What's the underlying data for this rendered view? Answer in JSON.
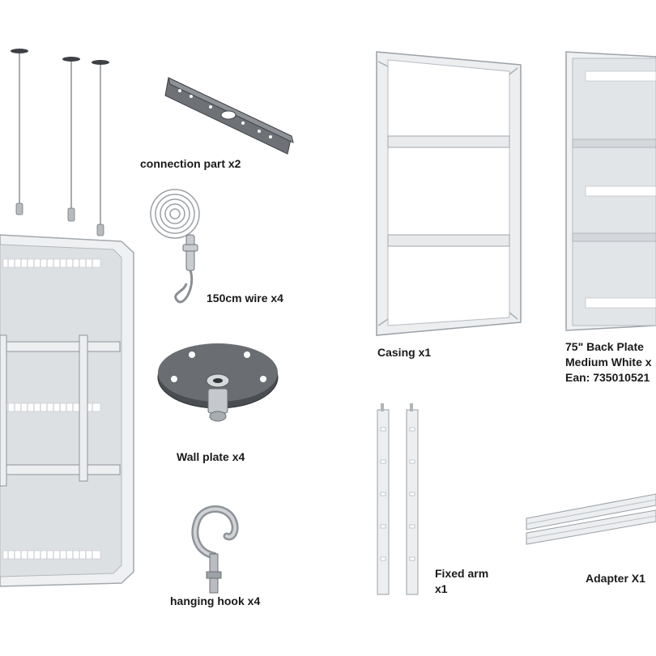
{
  "labels": {
    "connection_part": "connection part x2",
    "wire": "150cm wire x4",
    "wall_plate": "Wall plate x4",
    "hanging_hook": "hanging hook x4",
    "casing": "Casing x1",
    "back_plate_line1": "75\" Back Plate",
    "back_plate_line2": "Medium White x",
    "back_plate_line3": "Ean: 735010521",
    "fixed_arm_line1": "Fixed arm",
    "fixed_arm_line2": "x1",
    "adapter": "Adapter X1"
  },
  "colors": {
    "metal_light": "#e9ebed",
    "metal_edge": "#9aa0a6",
    "metal_dark": "#5d6166",
    "label_text": "#1a1a1a"
  },
  "icons": [
    "suspension-wires",
    "connection-bracket",
    "wire-coil",
    "wall-plate",
    "hanging-hook",
    "mounted-display",
    "casing-frame",
    "back-plate",
    "fixed-arm",
    "adapter-rail"
  ]
}
